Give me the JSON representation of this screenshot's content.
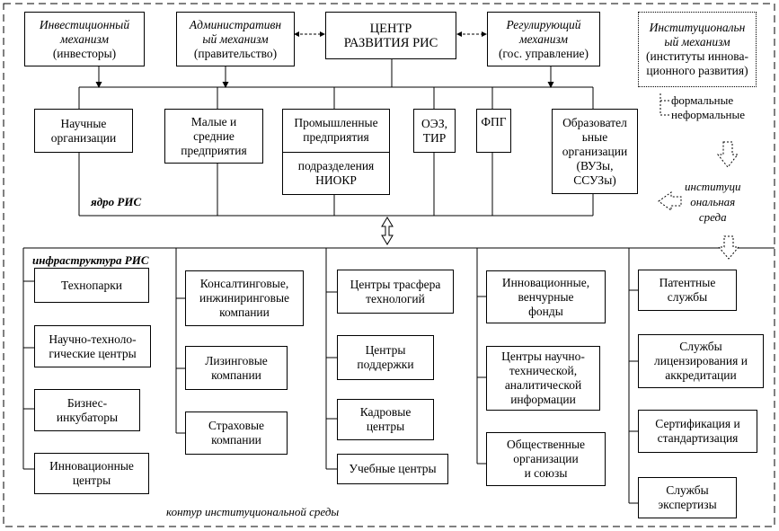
{
  "top": {
    "investment": {
      "title": "Инвестиционный\nмеханизм",
      "sub": "(инвесторы)"
    },
    "administrative": {
      "title": "Административн\nый механизм",
      "sub": "(правительство)"
    },
    "center": {
      "title": "ЦЕНТР\nРАЗВИТИЯ РИС"
    },
    "regulating": {
      "title": "Регулирующий\nмеханизм",
      "sub": "(гос. управление)"
    },
    "institutional": {
      "title": "Институциональн\nый механизм",
      "sub": "(институты иннова-\nционного развития)"
    }
  },
  "formal": "формальные",
  "informal": "неформальные",
  "institutional_env": "институци\nональная\nсреда",
  "core": {
    "label": "ядро РИС",
    "items": {
      "science": "Научные\nорганизации",
      "sme": "Малые и\nсредние\nпредприятия",
      "industry_top": "Промышленные\nпредприятия",
      "industry_bottom": "подразделения\nНИОКР",
      "oez": "ОЭЗ,\nТИР",
      "fpg": "ФПГ",
      "edu": "Образовател\nьные\nорганизации\n(ВУЗы,\nССУЗы)"
    }
  },
  "infra": {
    "label": "инфраструктура РИС",
    "col1": [
      "Технопарки",
      "Научно-техноло-\nгические центры",
      "Бизнес-\nинкубаторы",
      "Инновационные\nцентры"
    ],
    "col2": [
      "Консалтинговые,\nинжиниринговые\nкомпании",
      "Лизинговые\nкомпании",
      "Страховые\nкомпании"
    ],
    "col3": [
      "Центры трасфера\nтехнологий",
      "Центры\nподдержки",
      "Кадровые\nцентры",
      "Учебные центры"
    ],
    "col4": [
      "Инновационные,\nвенчурные\nфонды",
      "Центры научно-\nтехнической,\nаналитической\nинформации",
      "Общественные\nорганизации\nи союзы"
    ],
    "col5": [
      "Патентные\nслужбы",
      "Службы\nлицензирования и\nаккредитации",
      "Сертификация и\nстандартизация",
      "Службы\nэкспертизы"
    ]
  },
  "contour": "контур институциональной среды"
}
